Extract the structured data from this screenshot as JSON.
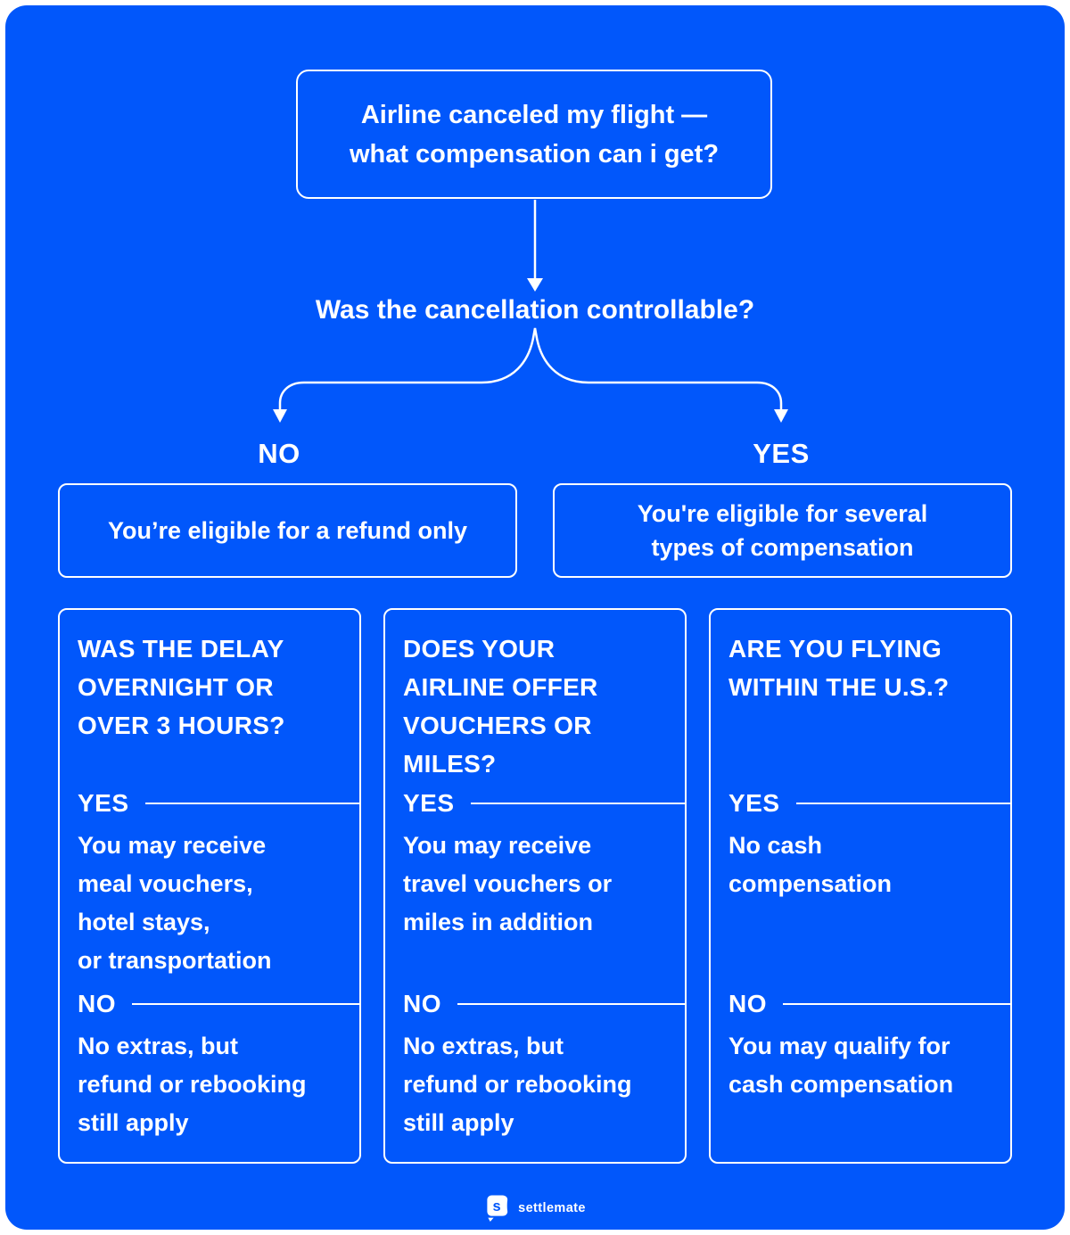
{
  "theme": {
    "background": "#0157fb",
    "foreground": "#ffffff"
  },
  "root_box": {
    "text": "Airline canceled my flight —\nwhat compensation can i get?"
  },
  "question": {
    "text": "Was the cancellation controllable?"
  },
  "branch_no": {
    "label": "NO",
    "result": "You’re eligible for a refund only"
  },
  "branch_yes": {
    "label": "YES",
    "result": "You're eligible for several\ntypes of compensation"
  },
  "cards": [
    {
      "header": "WAS THE DELAY\nOVERNIGHT OR\nOVER 3 HOURS?",
      "yes_label": "YES",
      "yes_text": "You may receive\nmeal vouchers,\nhotel stays,\nor transportation",
      "no_label": "NO",
      "no_text": "No extras, but\nrefund or rebooking\nstill apply"
    },
    {
      "header": "DOES YOUR\nAIRLINE OFFER\nVOUCHERS OR\nMILES?",
      "yes_label": "YES",
      "yes_text": "You may receive\ntravel vouchers or\nmiles in addition",
      "no_label": "NO",
      "no_text": "No extras, but\nrefund or rebooking\nstill apply"
    },
    {
      "header": "ARE YOU FLYING\nWITHIN THE U.S.?",
      "yes_label": "YES",
      "yes_text": "No cash\ncompensation",
      "no_label": "NO",
      "no_text": "You may qualify for\ncash compensation"
    }
  ],
  "footer": {
    "brand": "settlemate",
    "logo_letter": "s"
  }
}
